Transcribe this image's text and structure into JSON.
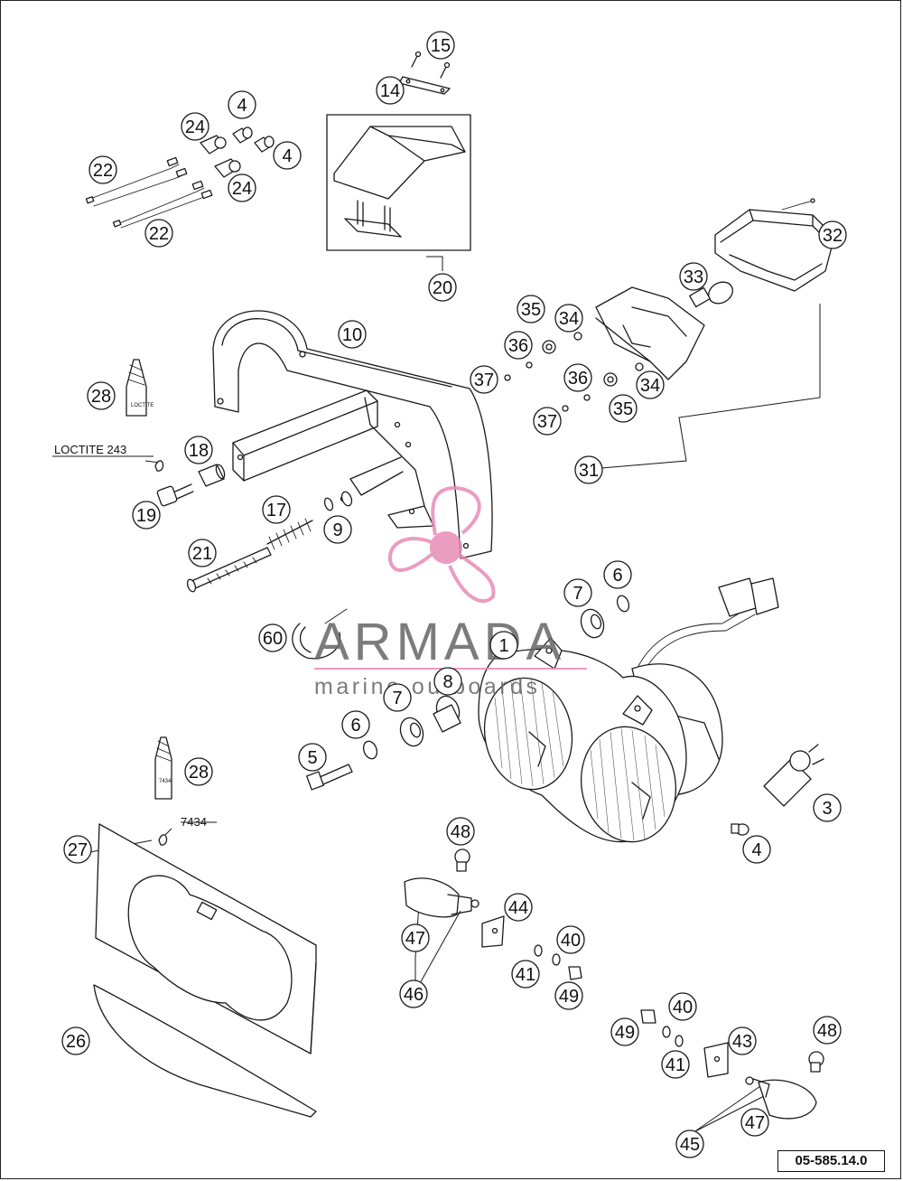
{
  "reference_code": "05-585.14.0",
  "notes": {
    "loctite_243": "LOCTITE 243",
    "loctite_7434": "7434"
  },
  "watermark": {
    "brand": "ARMADA",
    "tagline": "marine outboards",
    "color": "#e88bb7"
  },
  "callouts": [
    {
      "id": "c15a",
      "label": "15"
    },
    {
      "id": "c14a",
      "label": "14"
    },
    {
      "id": "c4a",
      "label": "4"
    },
    {
      "id": "c24a",
      "label": "24"
    },
    {
      "id": "c4b",
      "label": "4"
    },
    {
      "id": "c22a",
      "label": "22"
    },
    {
      "id": "c24b",
      "label": "24"
    },
    {
      "id": "c22b",
      "label": "22"
    },
    {
      "id": "c20",
      "label": "20"
    },
    {
      "id": "c32",
      "label": "32"
    },
    {
      "id": "c33",
      "label": "33"
    },
    {
      "id": "c35a",
      "label": "35"
    },
    {
      "id": "c34a",
      "label": "34"
    },
    {
      "id": "c10",
      "label": "10"
    },
    {
      "id": "c36a",
      "label": "36"
    },
    {
      "id": "c37a",
      "label": "37"
    },
    {
      "id": "c36b",
      "label": "36"
    },
    {
      "id": "c34b",
      "label": "34"
    },
    {
      "id": "c28a",
      "label": "28"
    },
    {
      "id": "c35b",
      "label": "35"
    },
    {
      "id": "c37b",
      "label": "37"
    },
    {
      "id": "c18",
      "label": "18"
    },
    {
      "id": "c31",
      "label": "31"
    },
    {
      "id": "c17",
      "label": "17"
    },
    {
      "id": "c19",
      "label": "19"
    },
    {
      "id": "c9",
      "label": "9"
    },
    {
      "id": "c21",
      "label": "21"
    },
    {
      "id": "c6a",
      "label": "6"
    },
    {
      "id": "c7a",
      "label": "7"
    },
    {
      "id": "c60",
      "label": "60"
    },
    {
      "id": "c1",
      "label": "1"
    },
    {
      "id": "c8",
      "label": "8"
    },
    {
      "id": "c7b",
      "label": "7"
    },
    {
      "id": "c6b",
      "label": "6"
    },
    {
      "id": "c5",
      "label": "5"
    },
    {
      "id": "c28b",
      "label": "28"
    },
    {
      "id": "c3",
      "label": "3"
    },
    {
      "id": "c48a",
      "label": "48"
    },
    {
      "id": "c27",
      "label": "27"
    },
    {
      "id": "c4c",
      "label": "4"
    },
    {
      "id": "c44",
      "label": "44"
    },
    {
      "id": "c47a",
      "label": "47"
    },
    {
      "id": "c40a",
      "label": "40"
    },
    {
      "id": "c41a",
      "label": "41"
    },
    {
      "id": "c46",
      "label": "46"
    },
    {
      "id": "c49a",
      "label": "49"
    },
    {
      "id": "c40b",
      "label": "40"
    },
    {
      "id": "c26",
      "label": "26"
    },
    {
      "id": "c49b",
      "label": "49"
    },
    {
      "id": "c43",
      "label": "43"
    },
    {
      "id": "c48b",
      "label": "48"
    },
    {
      "id": "c41b",
      "label": "41"
    },
    {
      "id": "c47b",
      "label": "47"
    },
    {
      "id": "c45",
      "label": "45"
    }
  ]
}
